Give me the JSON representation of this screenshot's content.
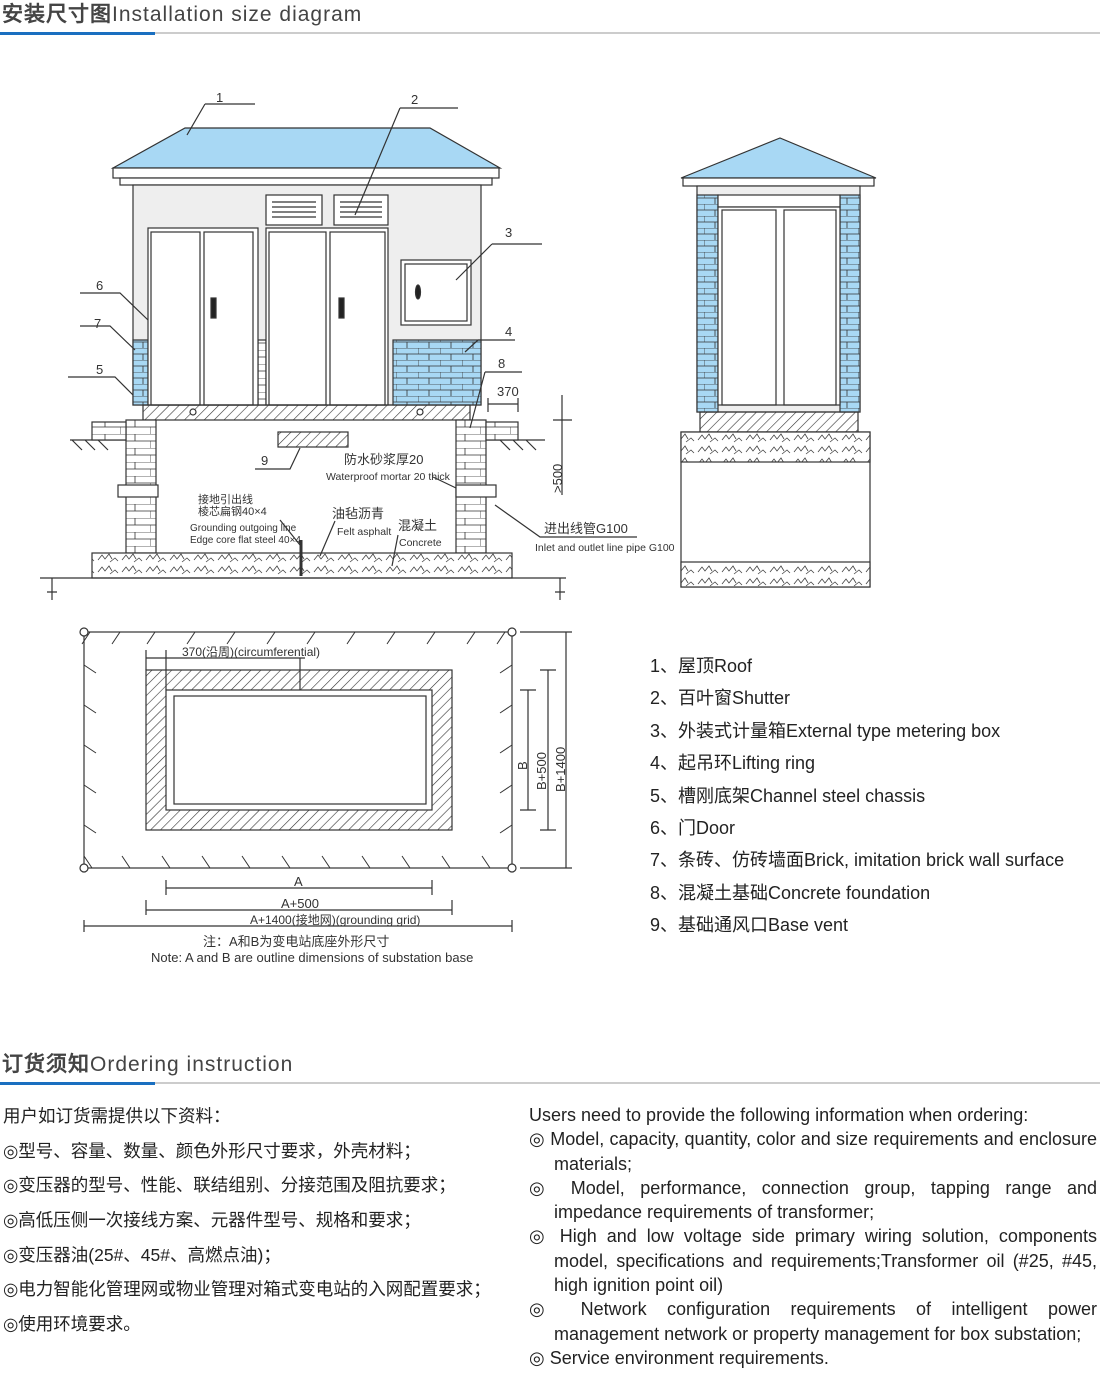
{
  "section1": {
    "title_cn": "安装尺寸图",
    "title_en": "Installation size diagram"
  },
  "diagram": {
    "callouts": [
      "1",
      "2",
      "3",
      "4",
      "5",
      "6",
      "7",
      "8",
      "9"
    ],
    "dim_370": "370",
    "dim_500": ">500",
    "mortar_cn": "防水砂浆厚20",
    "mortar_en": "Waterproof mortar 20 thick",
    "ground_cn1": "接地引出线",
    "ground_cn2": "棱芯扁钢40×4",
    "ground_en1": "Grounding outgoing line",
    "ground_en2": "Edge core flat steel 40×4",
    "felt_cn": "油毡沥青",
    "felt_en": "Felt asphalt",
    "concrete_cn": "混凝土",
    "concrete_en": "Concrete",
    "pipe_cn": "进出线管G100",
    "pipe_en": "Inlet and outlet line pipe G100",
    "plan_370": "370(沿周)(circumferential)",
    "plan_A": "A",
    "plan_A500": "A+500",
    "plan_A1400": "A+1400(接地网)(grounding grid)",
    "plan_B": "B",
    "plan_B500": "B+500",
    "plan_B1400": "B+1400",
    "note_cn": "注：A和B为变电站底座外形尺寸",
    "note_en": "Note: A and B are outline dimensions of substation base"
  },
  "legend": [
    "1、屋顶Roof",
    "2、百叶窗Shutter",
    "3、外装式计量箱External type metering box",
    "4、起吊环Lifting ring",
    "5、槽刚底架Channel steel chassis",
    "6、门Door",
    "7、条砖、仿砖墙面Brick, imitation brick wall surface",
    "8、混凝土基础Concrete foundation",
    "9、基础通风口Base vent"
  ],
  "section2": {
    "title_cn": "订货须知",
    "title_en": "Ordering instruction"
  },
  "ordering_cn": [
    "用户如订货需提供以下资料：",
    "◎型号、容量、数量、颜色外形尺寸要求，外壳材料；",
    "◎变压器的型号、性能、联结组别、分接范围及阻抗要求；",
    "◎高低压侧一次接线方案、元器件型号、规格和要求；",
    "◎变压器油(25#、45#、高燃点油)；",
    "◎电力智能化管理网或物业管理对箱式变电站的入网配置要求；",
    "◎使用环境要求。"
  ],
  "ordering_en": {
    "intro": "Users need to provide the following information when ordering:",
    "items": [
      "◎ Model, capacity, quantity, color and size requirements and enclosure materials;",
      "◎ Model, performance, connection group, tapping range and impedance requirements of transformer;",
      "◎ High and low voltage side primary wiring solution, components model, specifications and requirements;Transformer oil (#25, #45, high ignition point oil)",
      "◎ Network configuration requirements of intelligent power management network or property management for box substation;",
      "◎ Service environment requirements."
    ]
  },
  "colors": {
    "accent": "#1a6fc0",
    "roof": "#a8d8f4"
  }
}
